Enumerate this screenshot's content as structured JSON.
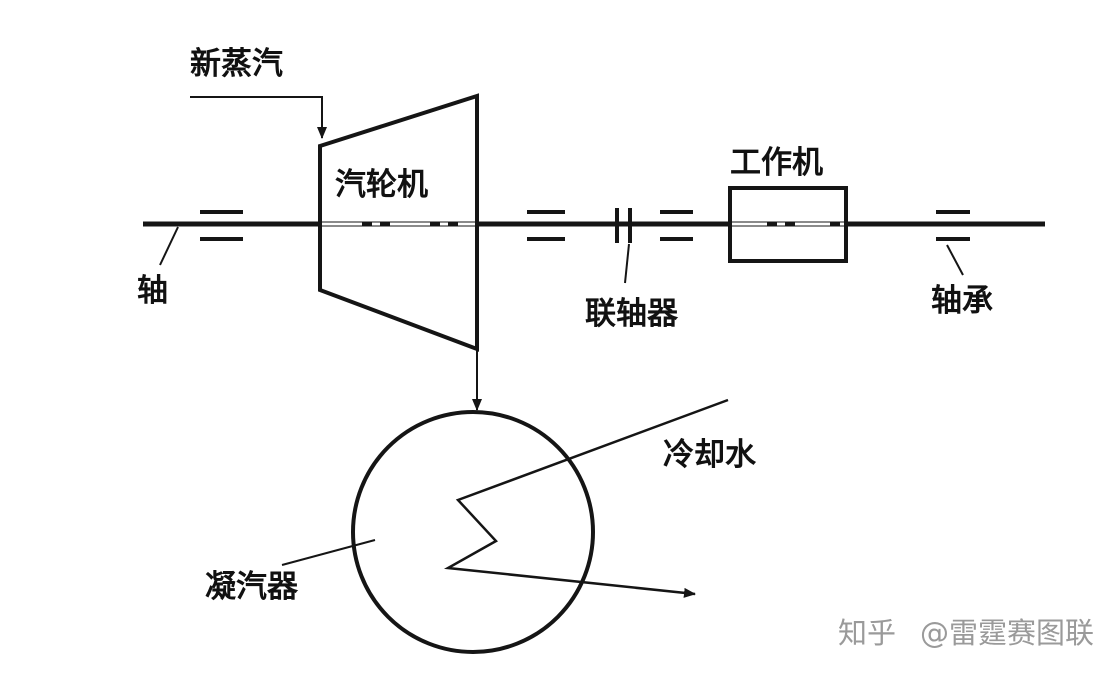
{
  "labels": {
    "steam_in": "新蒸汽",
    "turbine": "汽轮机",
    "working_machine": "工作机",
    "shaft": "轴",
    "coupling": "联轴器",
    "bearing": "轴承",
    "cooling_water": "冷却水",
    "condenser": "凝汽器"
  },
  "watermark": {
    "platform": "知乎",
    "author": "@雷霆赛图联"
  },
  "colors": {
    "line": "#151515",
    "text": "#111111",
    "watermark": "#9a9a9a",
    "background": "#ffffff"
  }
}
